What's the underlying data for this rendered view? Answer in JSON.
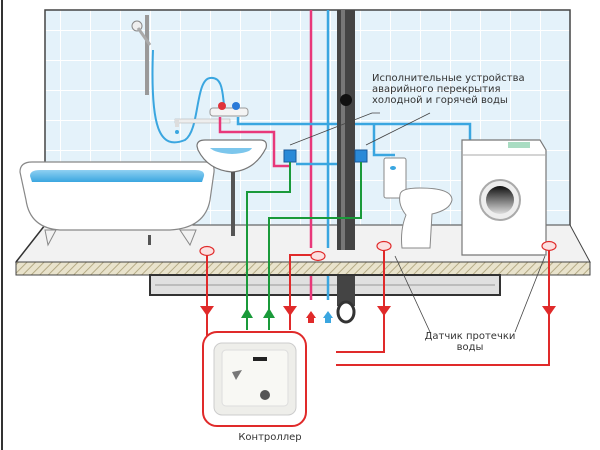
{
  "diagram": {
    "title": "Система защиты от протечек воды",
    "labels": {
      "actuators": [
        "Исполнительные устройства",
        "аварийного перекрытия",
        "холодной и горячей воды"
      ],
      "sensor": [
        "Датчик протечки",
        "воды"
      ],
      "controller": "Контроллер"
    },
    "components": [
      {
        "id": "bathtub",
        "name": "Ванна"
      },
      {
        "id": "sink",
        "name": "Раковина"
      },
      {
        "id": "shower",
        "name": "Душ"
      },
      {
        "id": "toilet",
        "name": "Унитаз"
      },
      {
        "id": "washing-machine",
        "name": "Стиральная машина"
      },
      {
        "id": "riser",
        "name": "Стояк"
      },
      {
        "id": "valve-1",
        "name": "Кран аварийного перекрытия"
      },
      {
        "id": "valve-2",
        "name": "Кран аварийного перекрытия"
      },
      {
        "id": "sensor-1",
        "name": "Датчик протечки"
      },
      {
        "id": "sensor-2",
        "name": "Датчик протечки"
      },
      {
        "id": "sensor-3",
        "name": "Датчик протечки"
      },
      {
        "id": "sensor-4",
        "name": "Датчик протечки"
      },
      {
        "id": "controller",
        "name": "Контроллер"
      }
    ],
    "colors": {
      "hot_water": "#e8387a",
      "cold_water": "#3aa6e0",
      "sewer": "#333333",
      "sensor_wire": "#e02a2a",
      "control_wire": "#1a9a3a",
      "tile": "#e6f3fa",
      "tile_grout": "#ffffff"
    }
  }
}
